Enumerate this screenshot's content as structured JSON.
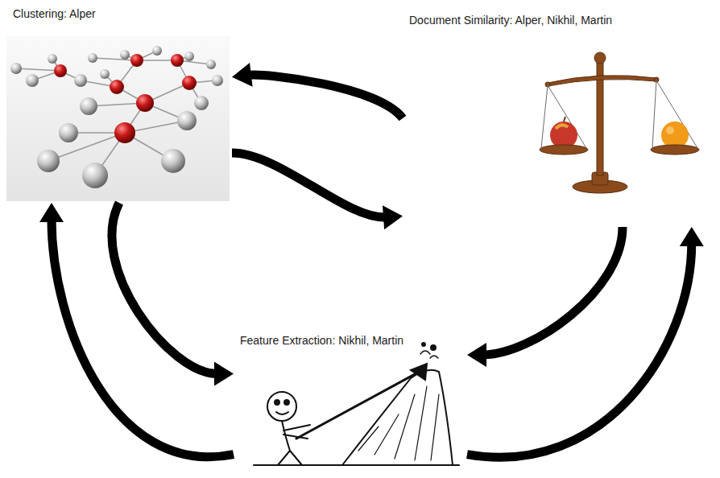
{
  "diagram": {
    "nodes": [
      {
        "text": [
          "Clustering: Alper"
        ]
      },
      {
        "text": [
          "Document Similarity: Alper, Nikhil, Martin"
        ]
      },
      {
        "text": [
          "Feature Extraction: Nikhil, Martin"
        ]
      }
    ],
    "edges": [
      {
        "from": 1,
        "to": 0,
        "arrow": "to"
      },
      {
        "from": 0,
        "to": 1,
        "arrow": "to"
      },
      {
        "from": 0,
        "to": 2,
        "arrow": "to"
      },
      {
        "from": 2,
        "to": 0,
        "arrow": "to"
      },
      {
        "from": 1,
        "to": 2,
        "arrow": "to"
      },
      {
        "from": 2,
        "to": 1,
        "arrow": "to"
      }
    ]
  }
}
